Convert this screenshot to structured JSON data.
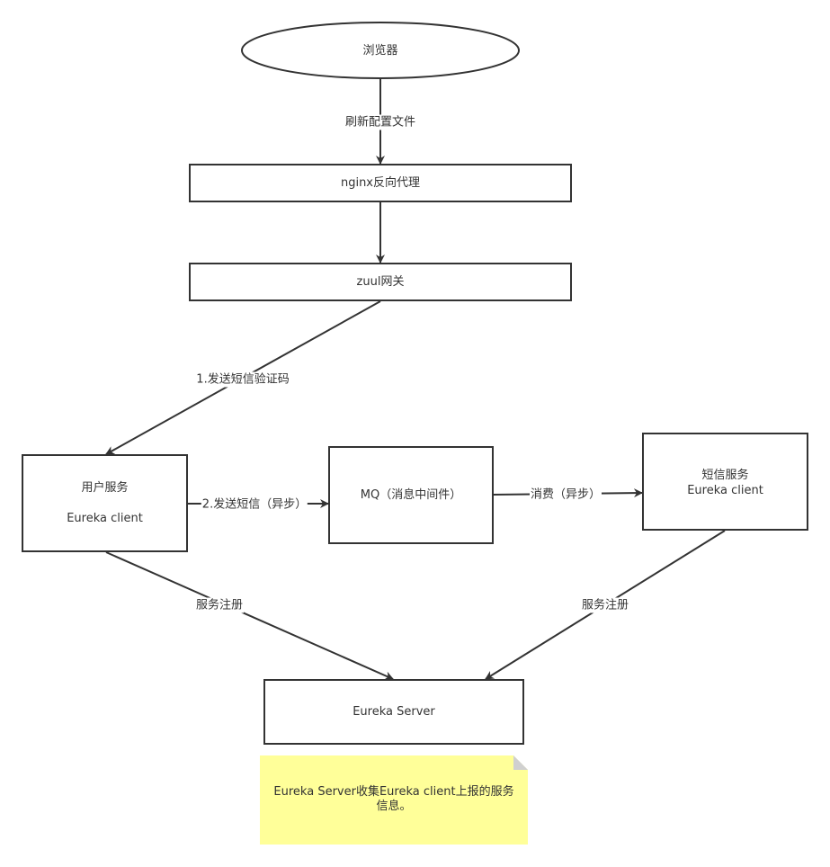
{
  "nodes": {
    "browser": "浏览器",
    "nginx": "nginx反向代理",
    "zuul": "zuul网关",
    "user_service": {
      "line1": "用户服务",
      "line2": "Eureka client"
    },
    "mq": "MQ（消息中间件）",
    "sms_service": {
      "line1": "短信服务",
      "line2": "Eureka client"
    },
    "eureka_server": "Eureka Server"
  },
  "edges": {
    "refresh_config": "刷新配置文件",
    "send_sms_code": "1.发送短信验证码",
    "send_sms_async": "2.发送短信（异步）",
    "consume_async": "消费（异步）",
    "register_left": "服务注册",
    "register_right": "服务注册"
  },
  "note": "Eureka Server收集Eureka client上报的服务信息。",
  "colors": {
    "stroke": "#333333",
    "note_fill": "#ffff99",
    "note_fold": "#d0d0d0"
  }
}
